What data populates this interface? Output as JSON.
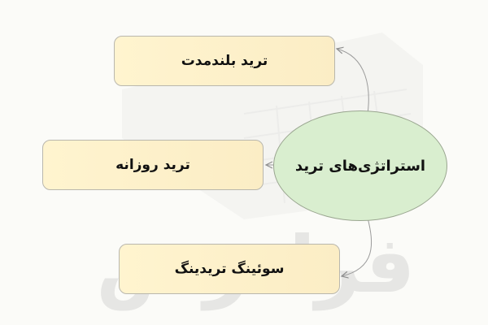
{
  "center": {
    "label": "استراتژی‌های ترید"
  },
  "nodes": [
    {
      "label": "ترید بلندمدت"
    },
    {
      "label": "ترید روزانه"
    },
    {
      "label": "سوئینگ تریدینگ"
    }
  ],
  "watermark": {
    "text": "فرادرس"
  },
  "colors": {
    "node_fill": "#fdf1c9",
    "node_border": "#b9b7ad",
    "center_fill": "#d9eecf",
    "center_border": "#9aa690",
    "edge": "#9a9a9a"
  }
}
